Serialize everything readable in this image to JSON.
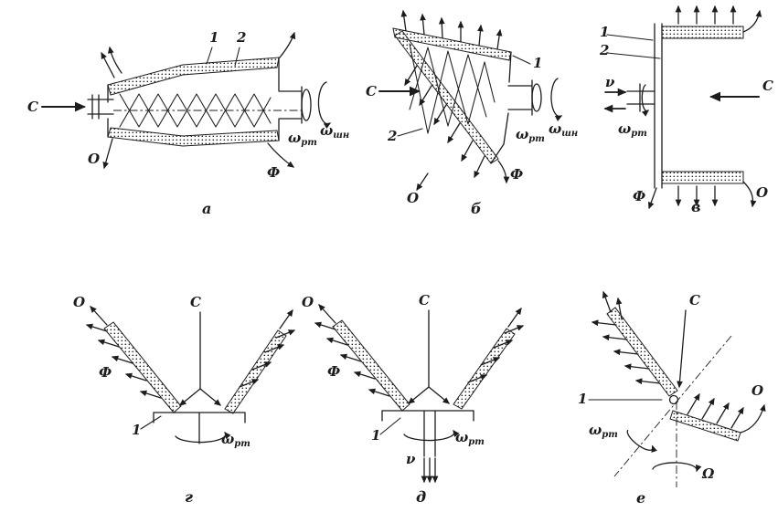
{
  "figure": {
    "background": "#ffffff",
    "ink": "#1c1c1c"
  },
  "symbols": {
    "omega": "ω",
    "sub_rotor": "рт",
    "sub_screw": "шн",
    "nu": "ν",
    "capital_omega": "Ω",
    "feed": "С",
    "sediment": "О",
    "filtrate": "Ф",
    "part1": "1",
    "part2": "2"
  },
  "captions": {
    "a": "а",
    "b": "б",
    "v": "в",
    "g": "г",
    "d": "д",
    "e": "е"
  }
}
